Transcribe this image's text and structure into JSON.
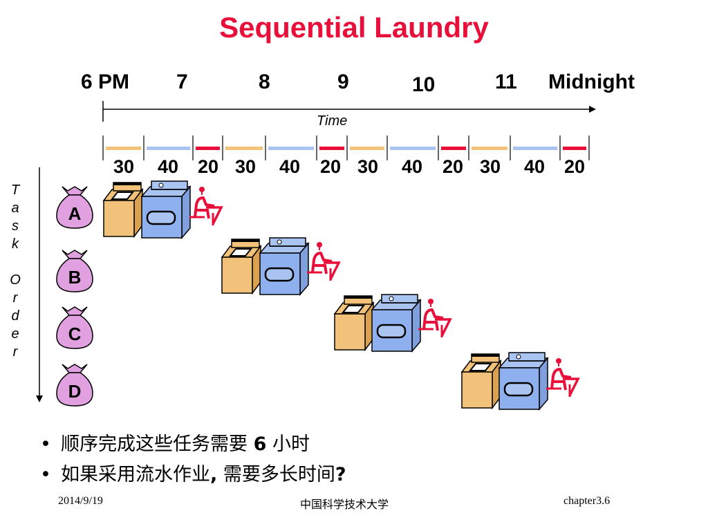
{
  "title": "Sequential Laundry",
  "timeline": {
    "hours": [
      "6 PM",
      "7",
      "8",
      "9",
      "10",
      "11",
      "Midnight"
    ],
    "axis_label": "Time",
    "durations": [
      "30",
      "40",
      "20",
      "30",
      "40",
      "20",
      "30",
      "40",
      "20",
      "30",
      "40",
      "20"
    ],
    "stage_colors": {
      "wash": "#f2c27a",
      "dry": "#a9c4f0",
      "fold": "#e8103a"
    }
  },
  "task_axis_label": [
    "T",
    "a",
    "s",
    "k",
    "",
    "O",
    "r",
    "d",
    "e",
    "r"
  ],
  "tasks": [
    "A",
    "B",
    "C",
    "D"
  ],
  "bullets": [
    {
      "pre": "顺序完成这些任务需要 ",
      "bold": "6",
      "post": " 小时"
    },
    {
      "pre": "如果采用流水作业",
      "bold": ",",
      "post": " 需要多长时间",
      "tail_bold": "?"
    }
  ],
  "footer": {
    "date": "2014/9/19",
    "center": "中国科学技术大学",
    "chapter": "chapter3.6"
  },
  "colors": {
    "title": "#e8103a",
    "bag": "#e1a0e0",
    "washer": "#f2c27a",
    "dryer": "#8fb0ee"
  }
}
